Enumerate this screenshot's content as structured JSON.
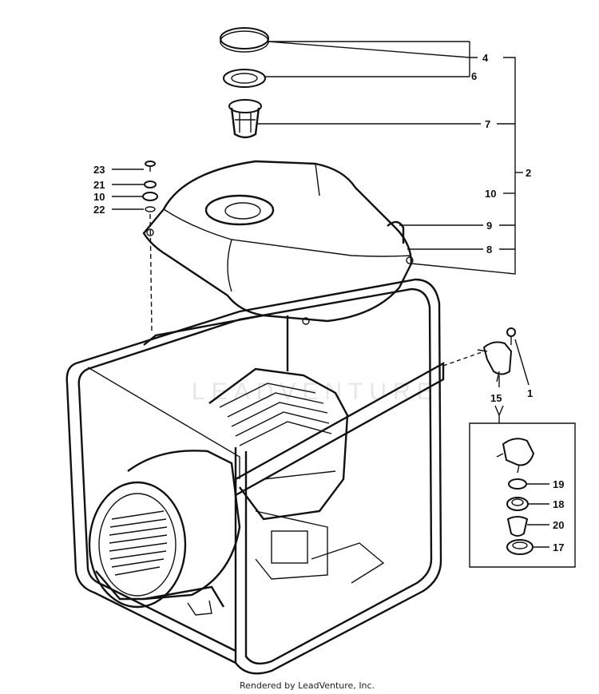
{
  "watermark": "LEADVENTURE",
  "footer": "Rendered by LeadVenture, Inc.",
  "callouts": {
    "c4": "4",
    "c6": "6",
    "c7": "7",
    "c2": "2",
    "c10r": "10",
    "c9": "9",
    "c8": "8",
    "c23": "23",
    "c21": "21",
    "c10l": "10",
    "c22": "22",
    "c15": "15",
    "c1": "1",
    "c19": "19",
    "c18": "18",
    "c20": "20",
    "c17": "17"
  }
}
